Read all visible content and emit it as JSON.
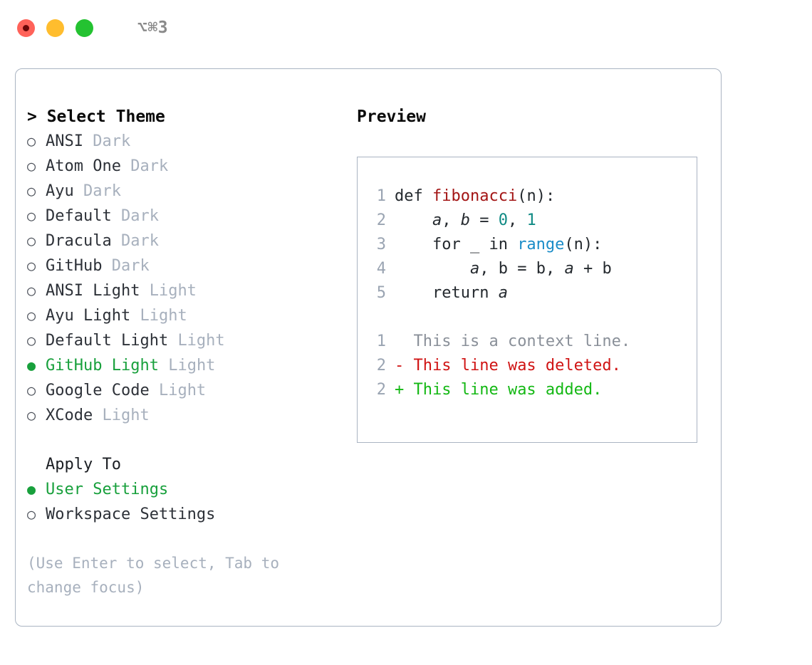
{
  "titlebar": {
    "shortcut": "⌥⌘3",
    "lights": [
      {
        "name": "close-button",
        "color": "#ff6259"
      },
      {
        "name": "minimize-button",
        "color": "#ffbd2e"
      },
      {
        "name": "maximize-button",
        "color": "#24c231"
      }
    ]
  },
  "theme_selector": {
    "header": "> Select Theme",
    "items": [
      {
        "bullet": "○",
        "label": "ANSI",
        "badge": "Dark",
        "selected": false
      },
      {
        "bullet": "○",
        "label": "Atom One",
        "badge": "Dark",
        "selected": false
      },
      {
        "bullet": "○",
        "label": "Ayu",
        "badge": "Dark",
        "selected": false
      },
      {
        "bullet": "○",
        "label": "Default",
        "badge": "Dark",
        "selected": false
      },
      {
        "bullet": "○",
        "label": "Dracula",
        "badge": "Dark",
        "selected": false
      },
      {
        "bullet": "○",
        "label": "GitHub",
        "badge": "Dark",
        "selected": false
      },
      {
        "bullet": "○",
        "label": "ANSI Light",
        "badge": "Light",
        "selected": false
      },
      {
        "bullet": "○",
        "label": "Ayu Light",
        "badge": "Light",
        "selected": false
      },
      {
        "bullet": "○",
        "label": "Default Light",
        "badge": "Light",
        "selected": false
      },
      {
        "bullet": "●",
        "label": "GitHub Light",
        "badge": "Light",
        "selected": true
      },
      {
        "bullet": "○",
        "label": "Google Code",
        "badge": "Light",
        "selected": false
      },
      {
        "bullet": "○",
        "label": "XCode",
        "badge": "Light",
        "selected": false
      }
    ]
  },
  "apply_to": {
    "header": "Apply To",
    "items": [
      {
        "bullet": "●",
        "label": "User Settings",
        "selected": true
      },
      {
        "bullet": "○",
        "label": "Workspace Settings",
        "selected": false
      }
    ]
  },
  "hint": "(Use Enter to select, Tab to change focus)",
  "preview": {
    "title": "Preview",
    "code_lines": [
      {
        "num": "1",
        "tokens": [
          {
            "t": "def ",
            "c": "plain"
          },
          {
            "t": "fibonacci",
            "c": "fn"
          },
          {
            "t": "(n):",
            "c": "plain"
          }
        ]
      },
      {
        "num": "2",
        "tokens": [
          {
            "t": "    ",
            "c": "plain"
          },
          {
            "t": "a",
            "c": "var"
          },
          {
            "t": ", ",
            "c": "plain"
          },
          {
            "t": "b",
            "c": "var"
          },
          {
            "t": " = ",
            "c": "plain"
          },
          {
            "t": "0",
            "c": "num"
          },
          {
            "t": ", ",
            "c": "plain"
          },
          {
            "t": "1",
            "c": "num"
          }
        ]
      },
      {
        "num": "3",
        "tokens": [
          {
            "t": "    for _ in ",
            "c": "plain"
          },
          {
            "t": "range",
            "c": "blue"
          },
          {
            "t": "(n):",
            "c": "plain"
          }
        ]
      },
      {
        "num": "4",
        "tokens": [
          {
            "t": "        ",
            "c": "plain"
          },
          {
            "t": "a",
            "c": "var"
          },
          {
            "t": ", ",
            "c": "plain"
          },
          {
            "t": "b",
            "c": "plain"
          },
          {
            "t": " = ",
            "c": "plain"
          },
          {
            "t": "b",
            "c": "plain"
          },
          {
            "t": ", ",
            "c": "plain"
          },
          {
            "t": "a",
            "c": "var"
          },
          {
            "t": " + ",
            "c": "plain"
          },
          {
            "t": "b",
            "c": "plain"
          }
        ]
      },
      {
        "num": "5",
        "tokens": [
          {
            "t": "    return ",
            "c": "plain"
          },
          {
            "t": "a",
            "c": "var"
          }
        ]
      }
    ],
    "diff_lines": [
      {
        "num": "1",
        "marker": " ",
        "text": " This is a context line.",
        "kind": "context"
      },
      {
        "num": "2",
        "marker": "-",
        "text": " This line was deleted.",
        "kind": "deleted"
      },
      {
        "num": "2",
        "marker": "+",
        "text": " This line was added.",
        "kind": "added"
      }
    ]
  },
  "colors": {
    "accent_green": "#18a03c",
    "badge_gray": "#a7b0bd",
    "border": "#aab4c2",
    "fn_red": "#a31515",
    "keyword_blue": "#1a8cc8",
    "number_teal": "#0f8a84",
    "diff_add": "#14b814",
    "diff_del": "#d01414"
  }
}
